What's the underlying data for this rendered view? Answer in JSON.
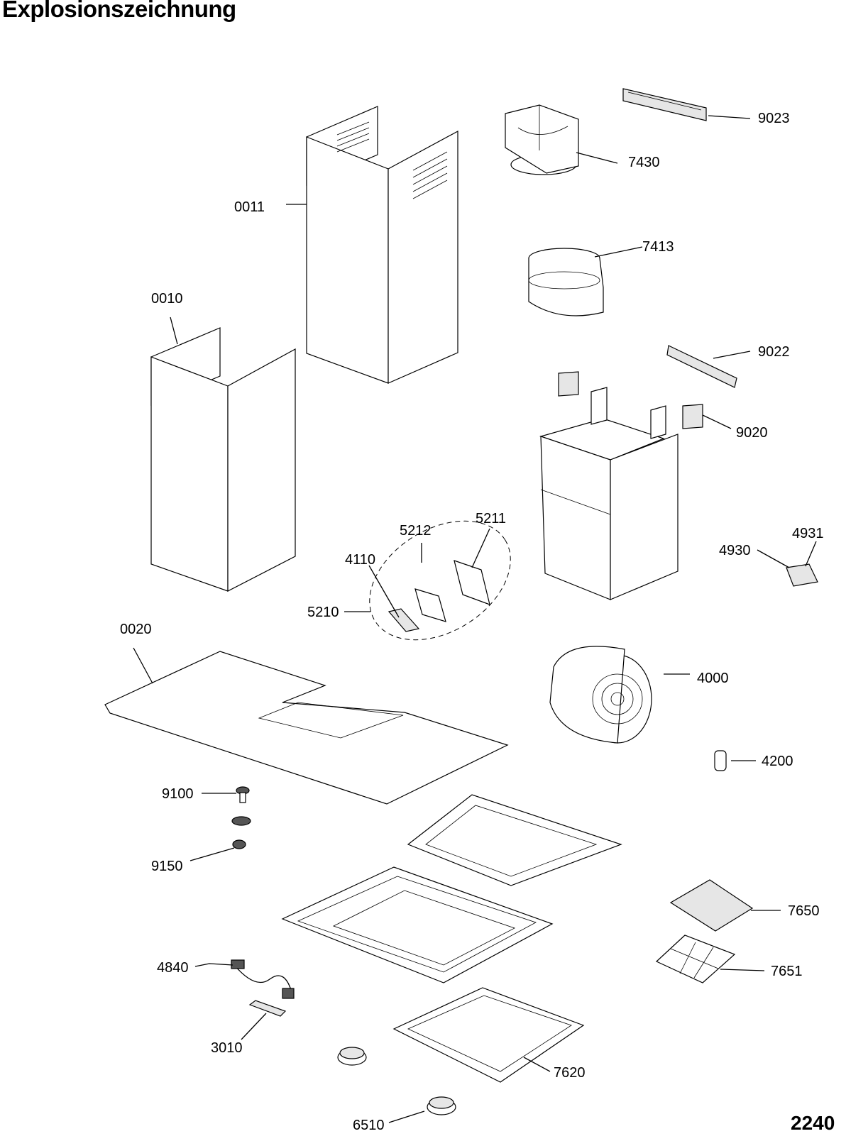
{
  "header": {
    "title": "Explosionszeichnung"
  },
  "footer": {
    "page_number": "2240"
  },
  "parts": [
    {
      "id": "0011",
      "label": "0011",
      "icon": "chimney-upper-part"
    },
    {
      "id": "0010",
      "label": "0010",
      "icon": "chimney-lower-part"
    },
    {
      "id": "0020",
      "label": "0020",
      "icon": "glass-canopy-plate"
    },
    {
      "id": "9023",
      "label": "9023",
      "icon": "mounting-rail"
    },
    {
      "id": "7430",
      "label": "7430",
      "icon": "air-deflector"
    },
    {
      "id": "7413",
      "label": "7413",
      "icon": "duct-connector"
    },
    {
      "id": "9022",
      "label": "9022",
      "icon": "mounting-rail"
    },
    {
      "id": "9020",
      "label": "9020",
      "icon": "bracket"
    },
    {
      "id": "5212",
      "label": "5212",
      "icon": "electronics-group"
    },
    {
      "id": "5211",
      "label": "5211",
      "icon": "control-board-cover"
    },
    {
      "id": "4110",
      "label": "4110",
      "icon": "switch-part"
    },
    {
      "id": "5210",
      "label": "5210",
      "icon": "control-board"
    },
    {
      "id": "4931",
      "label": "4931",
      "icon": "terminal-block"
    },
    {
      "id": "4930",
      "label": "4930",
      "icon": "terminal-block"
    },
    {
      "id": "4000",
      "label": "4000",
      "icon": "blower-motor"
    },
    {
      "id": "4200",
      "label": "4200",
      "icon": "capacitor"
    },
    {
      "id": "9100",
      "label": "9100",
      "icon": "screw"
    },
    {
      "id": "9150",
      "label": "9150",
      "icon": "nut"
    },
    {
      "id": "7650",
      "label": "7650",
      "icon": "carbon-filter"
    },
    {
      "id": "7651",
      "label": "7651",
      "icon": "filter-frame"
    },
    {
      "id": "4840",
      "label": "4840",
      "icon": "cable-harness"
    },
    {
      "id": "3010",
      "label": "3010",
      "icon": "lamp-socket"
    },
    {
      "id": "7620",
      "label": "7620",
      "icon": "grease-filter"
    },
    {
      "id": "6510",
      "label": "6510",
      "icon": "knob"
    }
  ]
}
